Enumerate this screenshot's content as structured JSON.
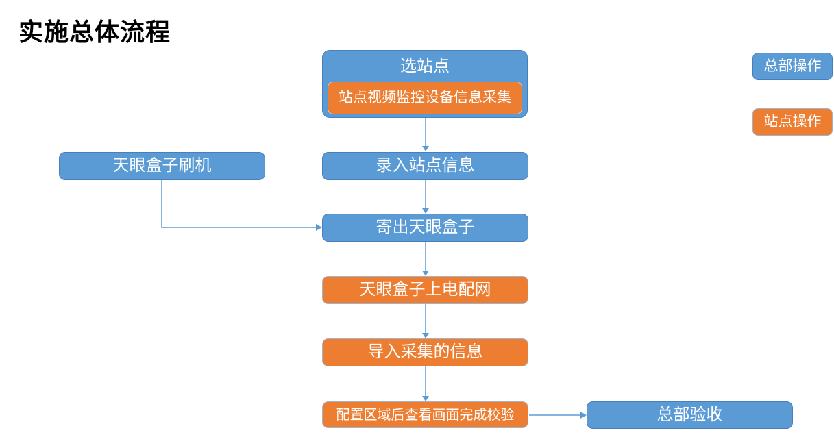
{
  "title": "实施总体流程",
  "legend": {
    "hq_label": "总部操作",
    "site_label": "站点操作"
  },
  "nodes": {
    "select_site": "选站点",
    "collect_device_info": "站点视频监控设备信息采集",
    "flash_box": "天眼盒子刷机",
    "enter_site_info": "录入站点信息",
    "ship_box": "寄出天眼盒子",
    "power_on_network": "天眼盒子上电配网",
    "import_collected_info": "导入采集的信息",
    "configure_verify": "配置区域后查看画面完成校验",
    "hq_acceptance": "总部验收"
  },
  "colors": {
    "hq_blue": "#5B9BD5",
    "site_orange": "#ED7D31",
    "blue_border": "#4A7EBB",
    "orange_border": "#A3B2CB",
    "arrow": "#5B9BD5",
    "title_text": "#000000",
    "node_text": "#FFFFFF"
  }
}
